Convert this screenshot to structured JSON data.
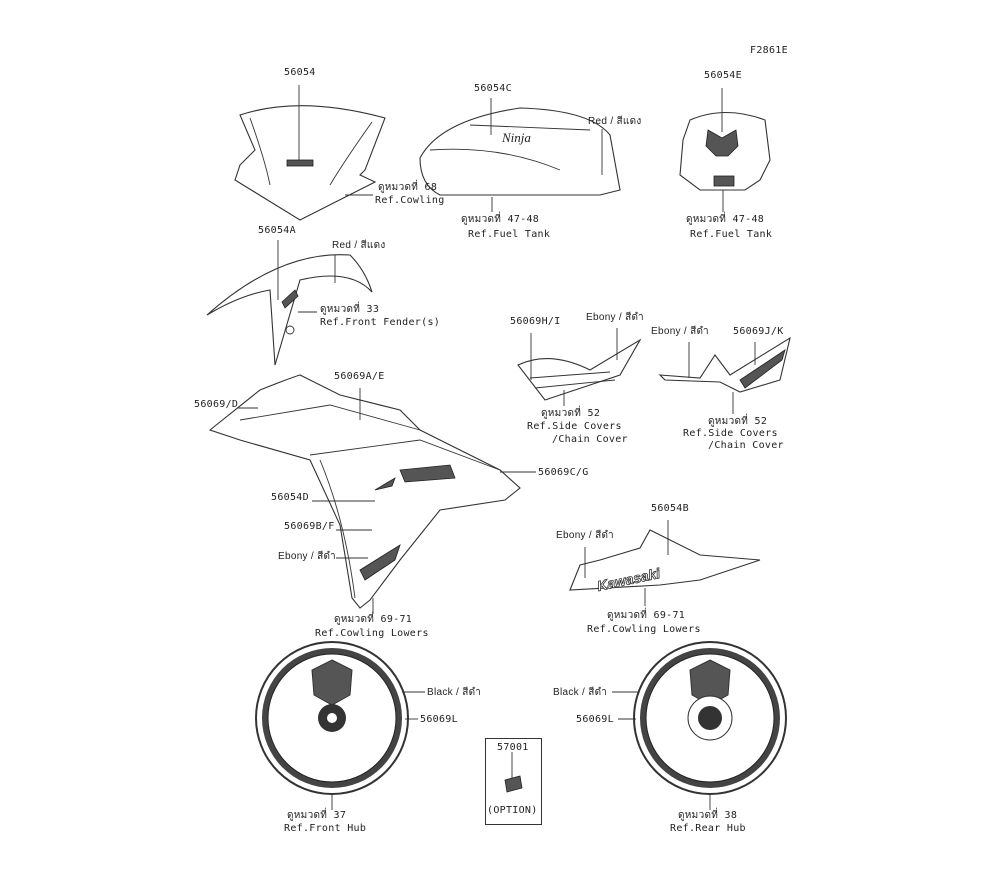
{
  "figure_code": "F2861E",
  "parts": {
    "p56054": "56054",
    "p56054C": "56054C",
    "p56054E": "56054E",
    "p56054A": "56054A",
    "p56069HI": "56069H/I",
    "p56069JK": "56069J/K",
    "p56069AE": "56069A/E",
    "p56069D": "56069/D",
    "p56069CG": "56069C/G",
    "p56054D": "56054D",
    "p56069BF": "56069B/F",
    "p56054B": "56054B",
    "p56069L_front": "56069L",
    "p56069L_rear": "56069L",
    "p57001": "57001"
  },
  "colors": {
    "red": "Red / สีแดง",
    "ebony": "Ebony / สีดำ",
    "black": "Black / สีดำ"
  },
  "refs": {
    "cowling_th": "ดูหมวดที่ 68",
    "cowling_en": "Ref.Cowling",
    "fuel_th": "ดูหมวดที่ 47-48",
    "fuel_en": "Ref.Fuel Tank",
    "fender_th": "ดูหมวดที่ 33",
    "fender_en": "Ref.Front Fender(s)",
    "side_th": "ดูหมวดที่ 52",
    "side_en": "Ref.Side Covers",
    "side_en2": "/Chain Cover",
    "lowers_th": "ดูหมวดที่ 69-71",
    "lowers_en": "Ref.Cowling Lowers",
    "fronthub_th": "ดูหมวดที่ 37",
    "fronthub_en": "Ref.Front Hub",
    "rearhub_th": "ดูหมวดที่ 38",
    "rearhub_en": "Ref.Rear Hub"
  },
  "option_label": "(OPTION)",
  "decal_text": {
    "ninja": "Ninja",
    "kawasaki": "Kawasaki"
  }
}
